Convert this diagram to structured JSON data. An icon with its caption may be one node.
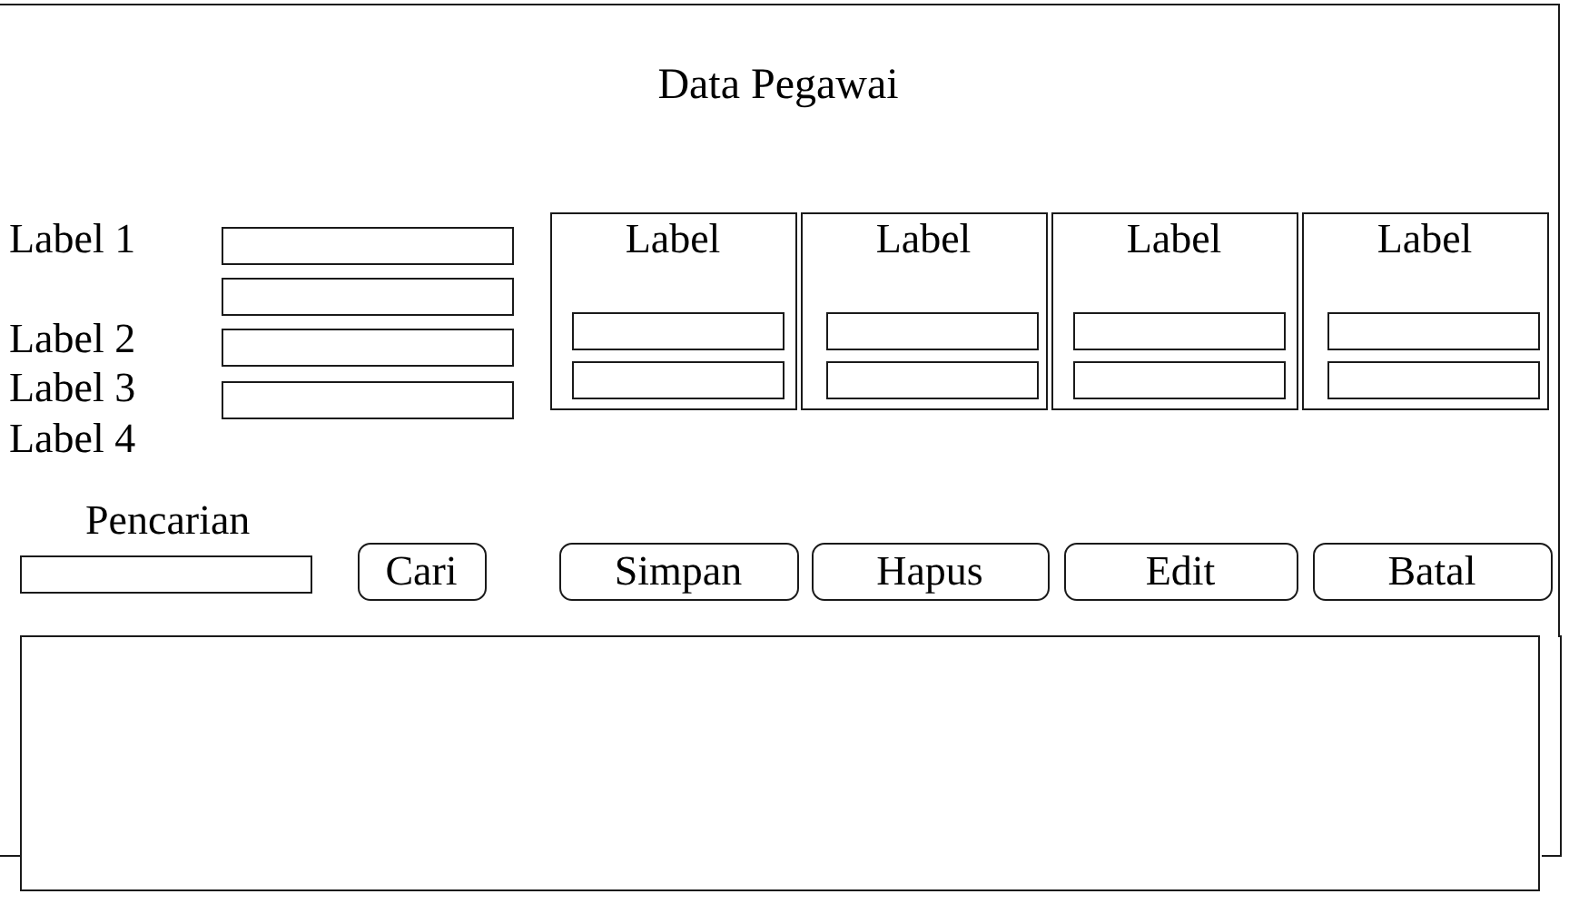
{
  "diagram": {
    "nodes": [
      {
        "text": [
          "Data Pegawai"
        ]
      },
      {
        "text": [],
        "shape": "box",
        "in": 0
      },
      {
        "text": [],
        "shape": "box",
        "in": 0
      },
      {
        "text": [],
        "shape": "box",
        "in": 0
      },
      {
        "text": [],
        "shape": "box",
        "in": 0
      },
      {
        "text": [
          "Label"
        ],
        "in": 0
      },
      {
        "text": [],
        "shape": "box",
        "in": 5
      },
      {
        "text": [],
        "shape": "box",
        "in": 5
      },
      {
        "text": [
          "Label"
        ],
        "in": 0
      },
      {
        "text": [],
        "shape": "box",
        "in": 8
      },
      {
        "text": [],
        "shape": "box",
        "in": 8
      },
      {
        "text": [
          "Label"
        ],
        "in": 0
      },
      {
        "text": [],
        "shape": "box",
        "in": 11
      },
      {
        "text": [],
        "shape": "box",
        "in": 11
      },
      {
        "text": [
          "Label"
        ],
        "in": 0
      },
      {
        "text": [],
        "shape": "box",
        "in": 14
      },
      {
        "text": [],
        "shape": "box",
        "in": 14
      },
      {
        "text": [],
        "shape": "box",
        "in": 0
      },
      {
        "text": [
          "Cari"
        ],
        "in": 0
      },
      {
        "text": [
          "Simpan"
        ],
        "in": 0
      },
      {
        "text": [
          "Hapus"
        ],
        "in": 0
      },
      {
        "text": [
          "Edit"
        ],
        "in": 0
      },
      {
        "text": [
          "Batal"
        ],
        "in": 0
      },
      {
        "text": [],
        "shape": "box"
      }
    ],
    "labels": [
      "Label 1",
      "Label 2",
      "Label 3",
      "Label 4",
      "Pencarian"
    ]
  }
}
